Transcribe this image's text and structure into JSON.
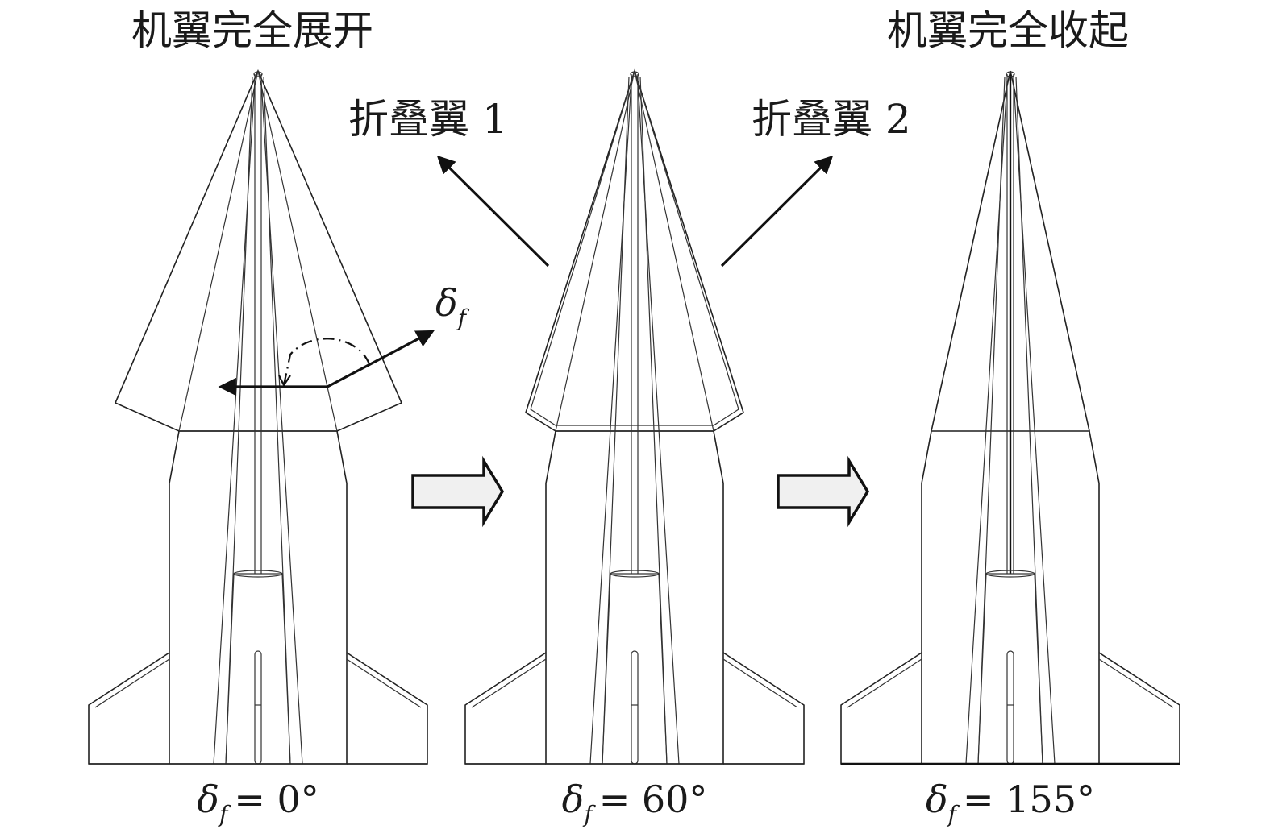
{
  "titles": {
    "left": "机翼完全展开",
    "right": "机翼完全收起"
  },
  "callouts": {
    "wing1": "折叠翼 1",
    "wing2": "折叠翼 2"
  },
  "angle_symbol": {
    "base": "δ",
    "subscript": "f"
  },
  "states": [
    {
      "id": "deployed",
      "angle_text": "= 0°"
    },
    {
      "id": "intermediate",
      "angle_text": "= 60°"
    },
    {
      "id": "stowed",
      "angle_text": "= 155°"
    }
  ],
  "colors": {
    "stroke": "#222222",
    "arrow_fill": "#f0f0f0"
  }
}
